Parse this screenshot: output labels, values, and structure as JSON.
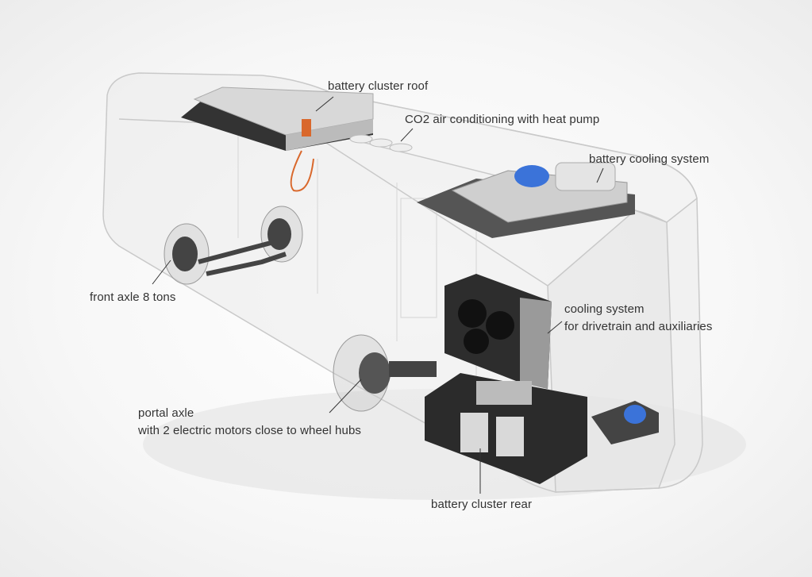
{
  "labels": {
    "battery_cluster_roof": "battery cluster roof",
    "co2_air_conditioning": "CO2 air conditioning with heat pump",
    "battery_cooling_system": "battery cooling system",
    "front_axle": "front axle 8 tons",
    "cooling_system_line1": "cooling system",
    "cooling_system_line2": "for drivetrain and auxiliaries",
    "portal_axle_line1": "portal axle",
    "portal_axle_line2": "with 2 electric motors close to wheel hubs",
    "battery_cluster_rear": "battery cluster rear"
  },
  "colors": {
    "accent_orange": "#d9682c",
    "accent_blue": "#3b73d9",
    "component_dark": "#2b2b2b"
  }
}
